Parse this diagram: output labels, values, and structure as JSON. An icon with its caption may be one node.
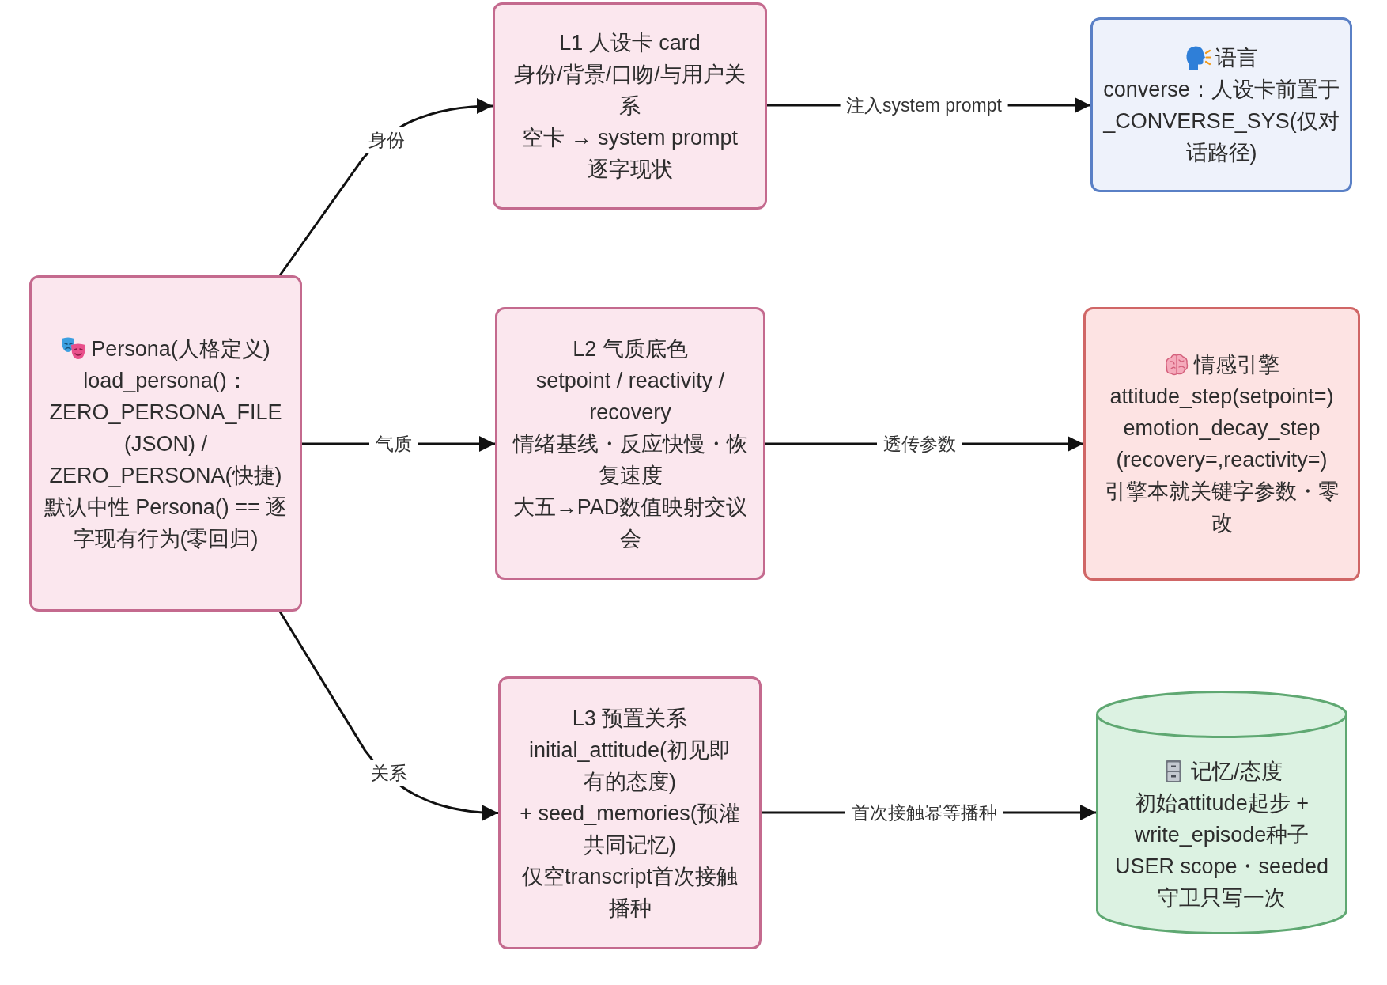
{
  "diagram": {
    "nodes": [
      {
        "text": [
          "Persona(人格定义)",
          "load_persona()：ZERO_PERSONA_FILE (JSON) / ZERO_PERSONA(快捷)",
          "默认中性 Persona() == 逐字现有行为(零回归)"
        ]
      },
      {
        "text": [
          "L1 人设卡 card",
          "身份/背景/口吻/与用户关系",
          "空卡 → system prompt 逐字现状"
        ]
      },
      {
        "text": [
          "L2 气质底色",
          "setpoint / reactivity / recovery",
          "情绪基线・反应快慢・恢复速度",
          "大五→PAD数值映射交议会"
        ]
      },
      {
        "text": [
          "L3 预置关系",
          "initial_attitude(初见即有的态度)",
          "+ seed_memories(预灌共同记忆)",
          "仅空transcript首次接触播种"
        ]
      },
      {
        "text": [
          "语言",
          "converse：人设卡前置于_CONVERSE_SYS(仅对话路径)"
        ]
      },
      {
        "text": [
          "情感引擎",
          "attitude_step(setpoint=)",
          "emotion_decay_step",
          "(recovery=,reactivity=)",
          "引擎本就关键字参数・零改"
        ]
      },
      {
        "text": [
          "记忆/态度",
          "初始attitude起步 + write_episode种子",
          "USER scope・seeded 守卫只写一次"
        ]
      }
    ],
    "edges": [
      {
        "from": 0,
        "to": 1,
        "arrow": "to",
        "label": "身份"
      },
      {
        "from": 0,
        "to": 2,
        "arrow": "to",
        "label": "气质"
      },
      {
        "from": 0,
        "to": 3,
        "arrow": "to",
        "label": "关系"
      },
      {
        "from": 1,
        "to": 4,
        "arrow": "to",
        "label": "注入system prompt"
      },
      {
        "from": 2,
        "to": 5,
        "arrow": "to",
        "label": "透传参数"
      },
      {
        "from": 3,
        "to": 6,
        "arrow": "to",
        "label": "首次接触幂等播种"
      }
    ]
  }
}
